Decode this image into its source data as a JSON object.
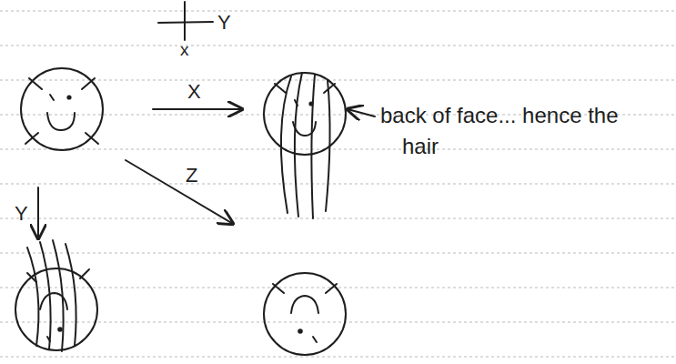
{
  "diagram": {
    "labels": [
      "Y",
      "x",
      "X",
      "Z",
      "Y",
      "back of face... hence the hair"
    ]
  }
}
